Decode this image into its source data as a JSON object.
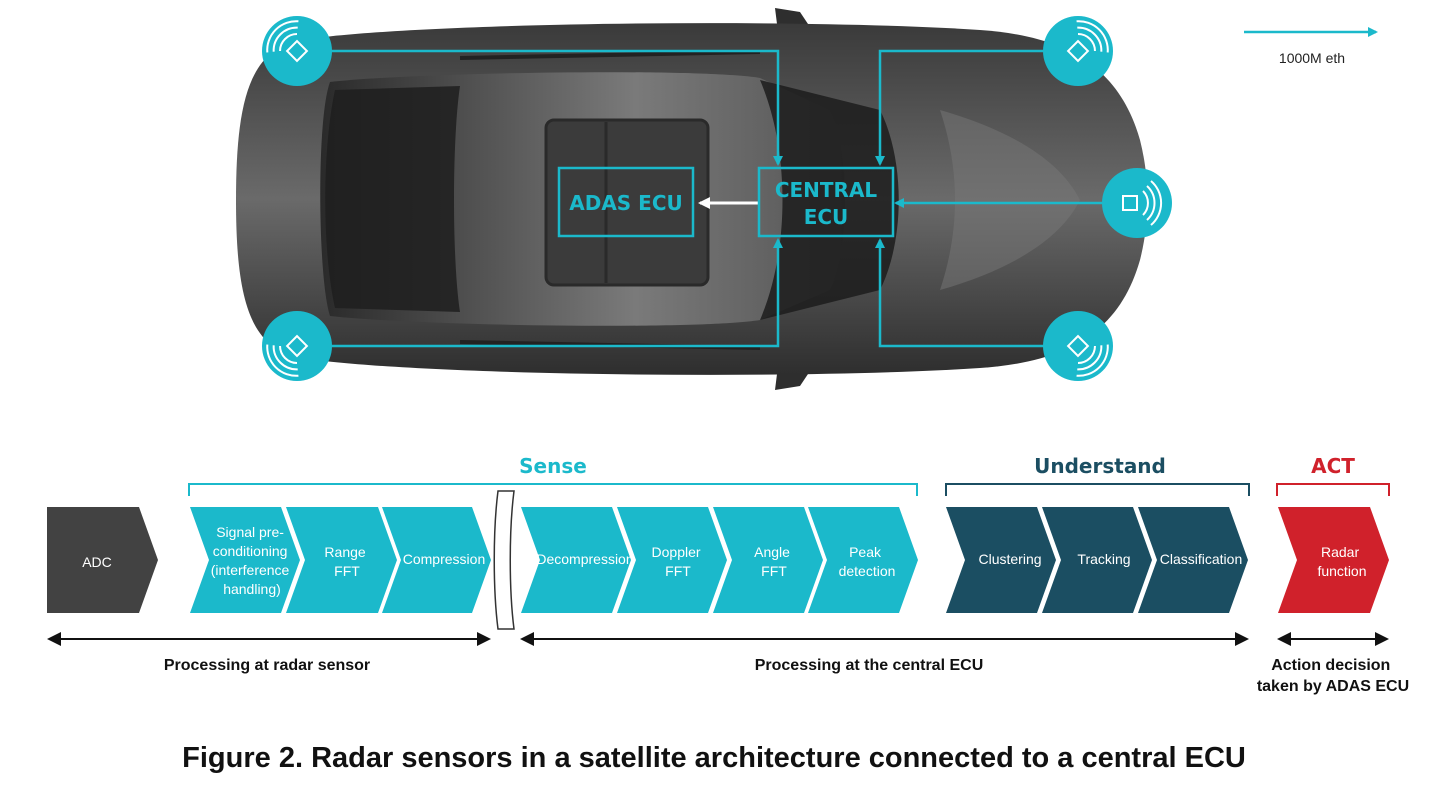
{
  "legend": {
    "label": "1000M eth"
  },
  "ecus": {
    "adas": "ADAS ECU",
    "central_line1": "CENTRAL",
    "central_line2": "ECU"
  },
  "groups": {
    "sense": "Sense",
    "understand": "Understand",
    "act": "ACT"
  },
  "stages": {
    "adc": [
      "ADC"
    ],
    "signal": [
      "Signal pre-",
      "conditioning",
      "(interference",
      "handling)"
    ],
    "range": [
      "Range",
      "FFT"
    ],
    "compression": [
      "Compression"
    ],
    "decompression": [
      "Decompression"
    ],
    "doppler": [
      "Doppler",
      "FFT"
    ],
    "angle": [
      "Angle",
      "FFT"
    ],
    "peak": [
      "Peak",
      "detection"
    ],
    "clustering": [
      "Clustering"
    ],
    "tracking": [
      "Tracking"
    ],
    "classification": [
      "Classification"
    ],
    "radar": [
      "Radar",
      "function"
    ]
  },
  "processing": {
    "radar_sensor": [
      "Processing at radar sensor"
    ],
    "central": [
      "Processing at the central ECU"
    ],
    "action": [
      "Action decision",
      "taken by ADAS ECU"
    ]
  },
  "caption": "Figure 2. Radar sensors in a satellite architecture connected to a central ECU",
  "colors": {
    "teal": "#1bb9cb",
    "dark_teal": "#1b4e62",
    "red": "#d0212b",
    "dark_gray": "#424242",
    "car_body": "#4a4a4a"
  }
}
